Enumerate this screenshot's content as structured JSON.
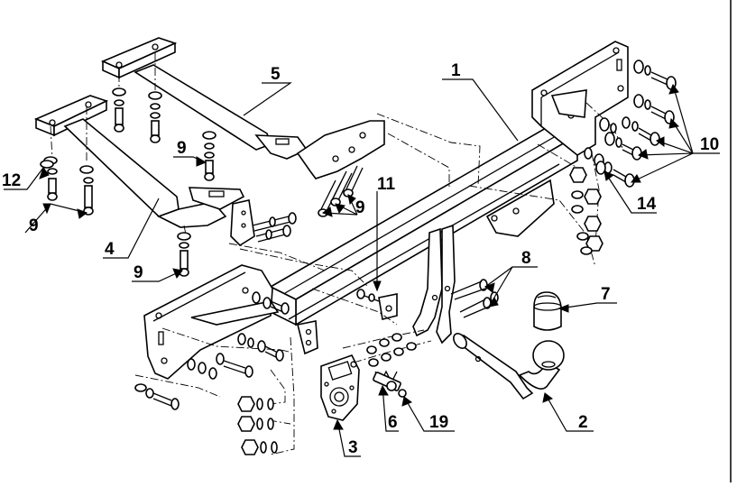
{
  "labels": {
    "p1": "1",
    "p2": "2",
    "p3": "3",
    "p4": "4",
    "p5": "5",
    "p6": "6",
    "p7": "7",
    "p8": "8",
    "p9a": "9",
    "p9b": "9",
    "p9c": "9",
    "p9d": "9",
    "p10": "10",
    "p11": "11",
    "p12": "12",
    "p14": "14",
    "p19": "19"
  }
}
